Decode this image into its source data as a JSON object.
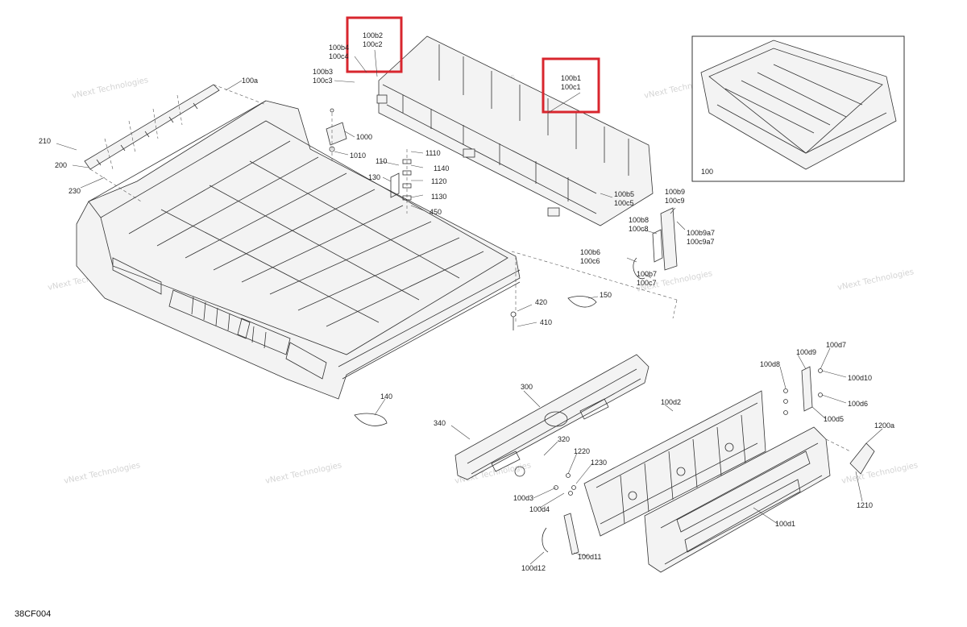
{
  "diagram": {
    "code": "38CF004",
    "watermark": "vNext Technologies",
    "highlight_color": "#d8262e",
    "labels": {
      "l100a": "100a",
      "l100b3": "100b3",
      "l100c3": "100c3",
      "l100b4": "100b4",
      "l100c4": "100c4",
      "l100b2": "100b2",
      "l100c2": "100c2",
      "l100b1": "100b1",
      "l100c1": "100c1",
      "l100": "100",
      "l210": "210",
      "l200": "200",
      "l230": "230",
      "l1000": "1000",
      "l1010": "1010",
      "l110": "110",
      "l130": "130",
      "l1110": "1110",
      "l1140": "1140",
      "l1120": "1120",
      "l1130": "1130",
      "l450": "450",
      "l100b5": "100b5",
      "l100c5": "100c5",
      "l100b9": "100b9",
      "l100c9": "100c9",
      "l100b8": "100b8",
      "l100c8": "100c8",
      "l100b9a7": "100b9a7",
      "l100c9a7": "100c9a7",
      "l100b6": "100b6",
      "l100c6": "100c6",
      "l100b7": "100b7",
      "l100c7": "100c7",
      "l420": "420",
      "l410": "410",
      "l150": "150",
      "l140": "140",
      "l300": "300",
      "l340": "340",
      "l320": "320",
      "l1220": "1220",
      "l1230": "1230",
      "l100d3": "100d3",
      "l100d4": "100d4",
      "l100d2": "100d2",
      "l100d8": "100d8",
      "l100d9": "100d9",
      "l100d7": "100d7",
      "l100d10": "100d10",
      "l100d6": "100d6",
      "l100d5": "100d5",
      "l1200a": "1200a",
      "l1210": "1210",
      "l100d1": "100d1",
      "l100d12": "100d12",
      "l100d11": "100d11"
    }
  }
}
